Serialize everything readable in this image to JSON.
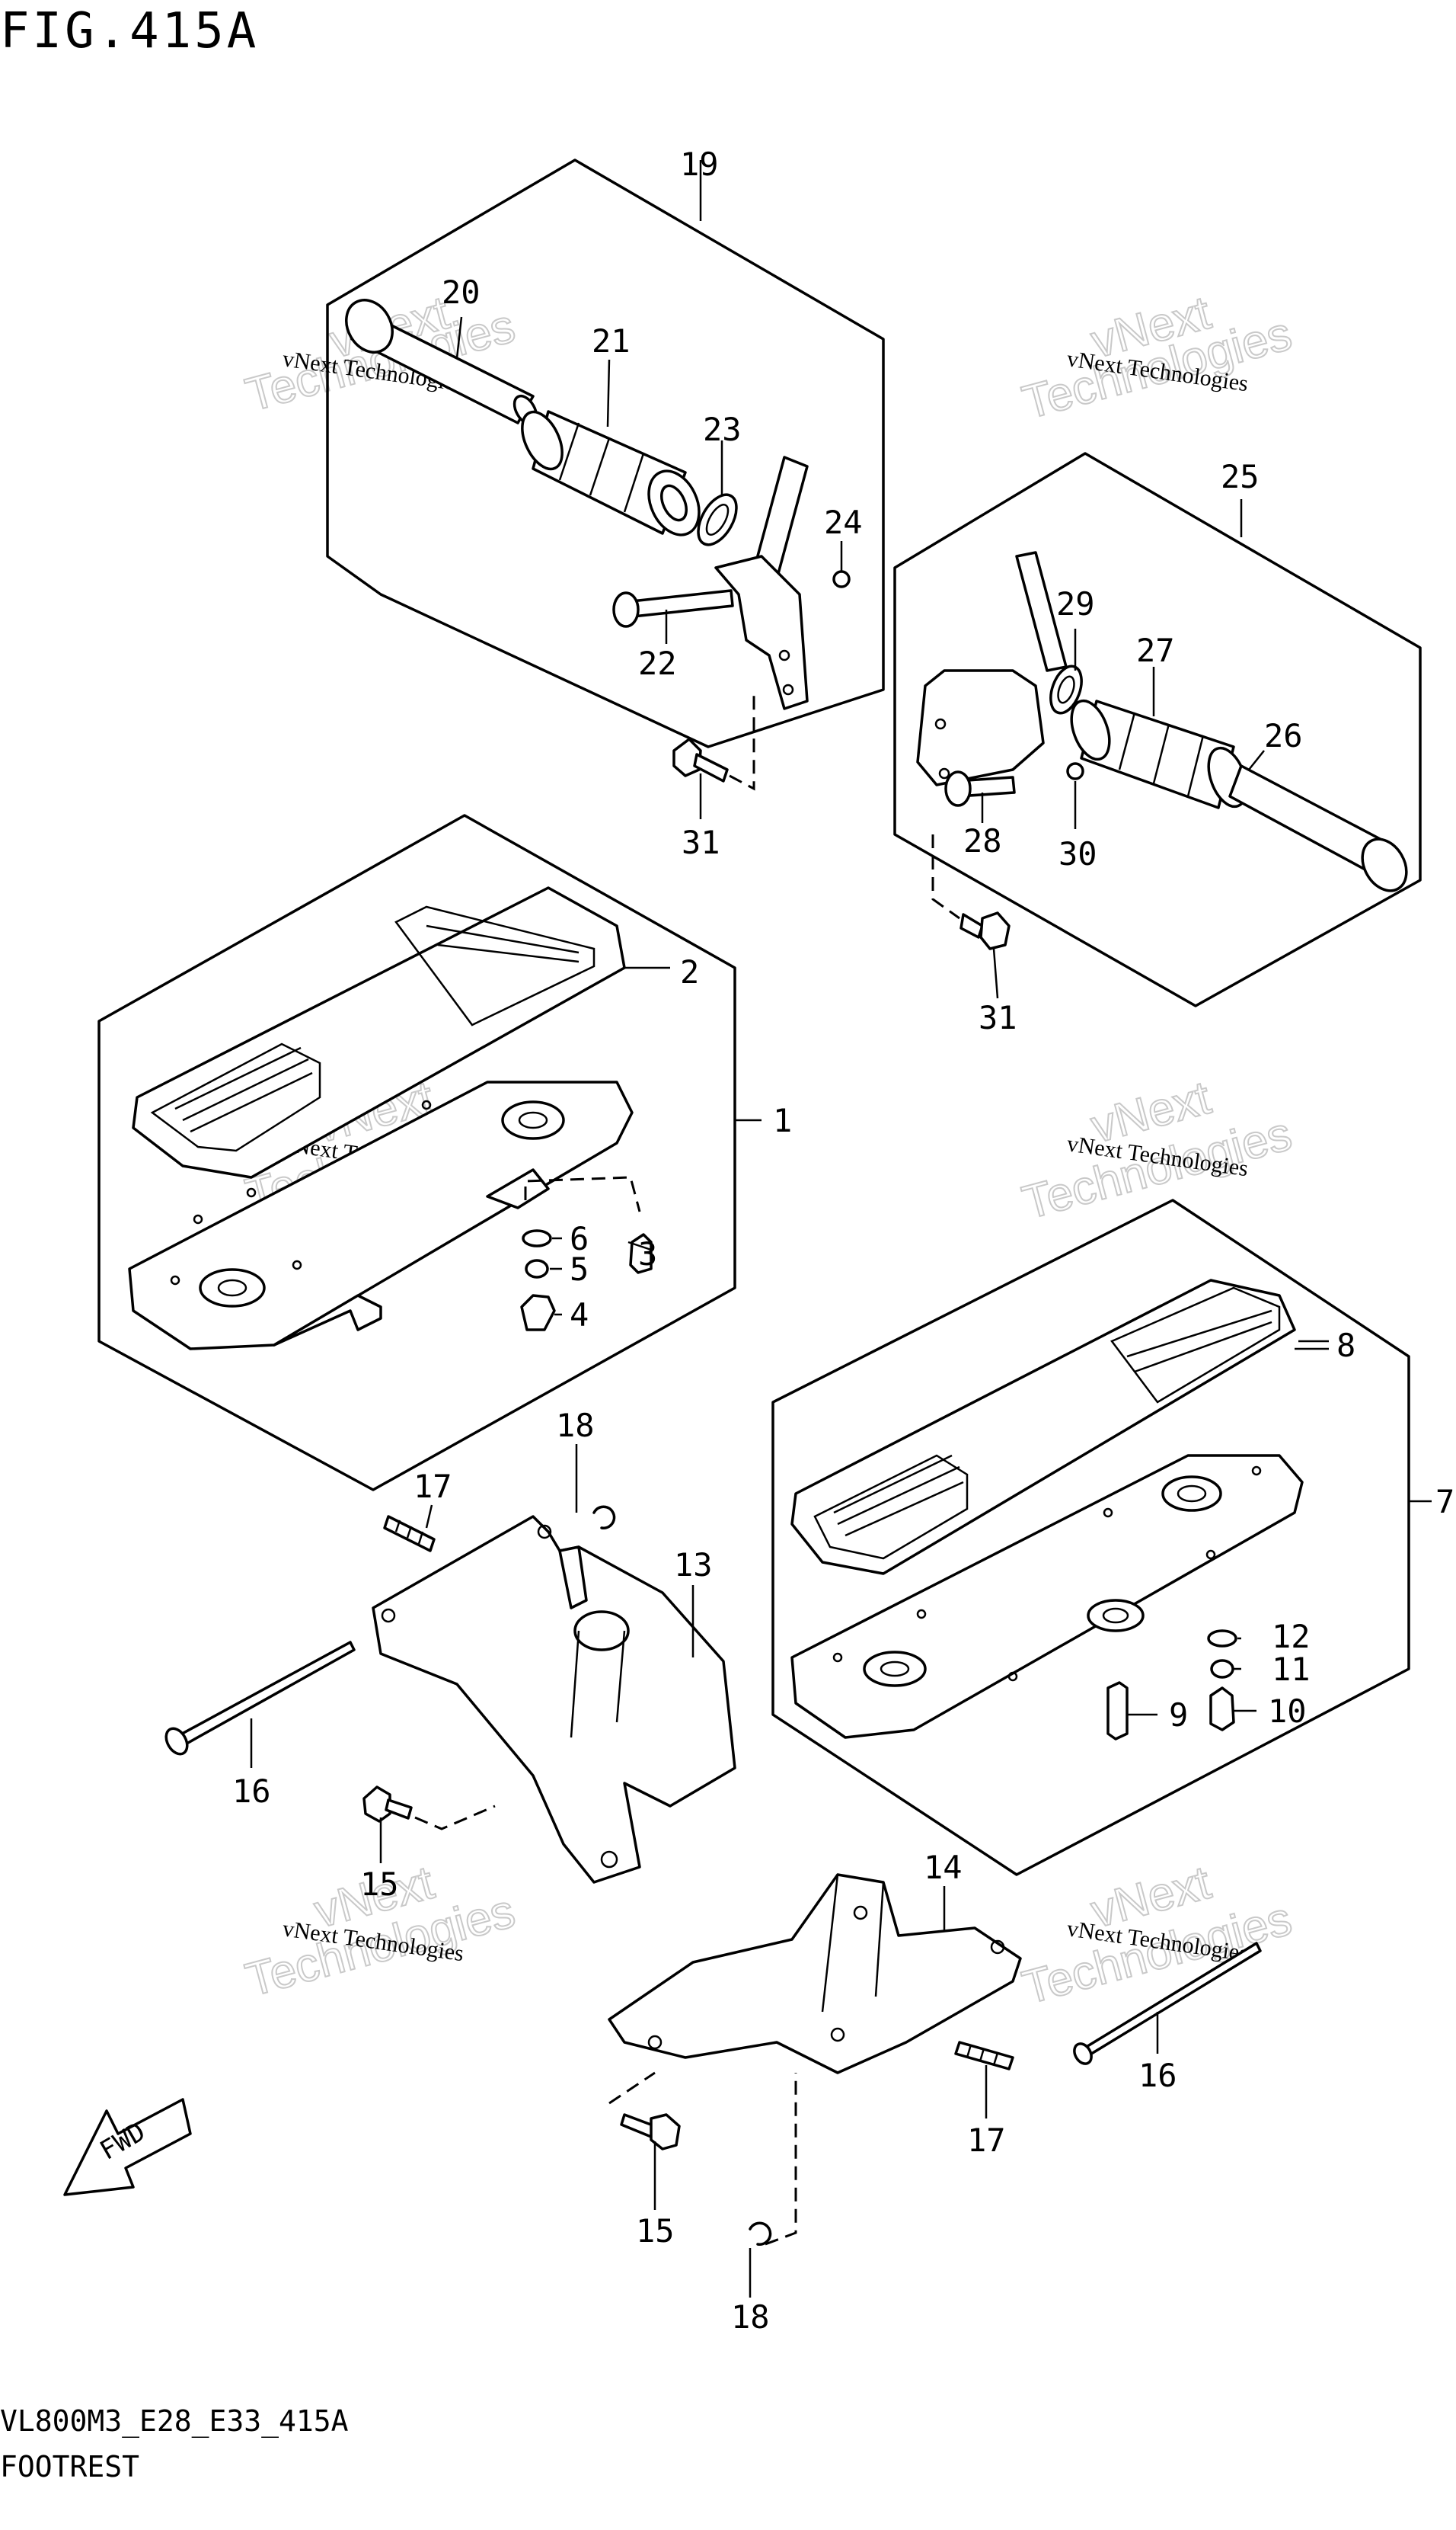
{
  "figure": {
    "title": "FIG.415A",
    "model_code": "VL800M3_E28_E33_415A",
    "caption": "FOOTREST"
  },
  "watermark": {
    "line1": "vNext Technologies",
    "line2": "Technologies",
    "line3": "vNext"
  },
  "fwd_label": "FWD",
  "callouts": {
    "c1": "1",
    "c2": "2",
    "c3": "3",
    "c4": "4",
    "c5": "5",
    "c6": "6",
    "c7": "7",
    "c8": "8",
    "c9": "9",
    "c10": "10",
    "c11": "11",
    "c12": "12",
    "c13": "13",
    "c14": "14",
    "c15a": "15",
    "c15b": "15",
    "c16a": "16",
    "c16b": "16",
    "c17a": "17",
    "c17b": "17",
    "c18a": "18",
    "c18b": "18",
    "c19": "19",
    "c20": "20",
    "c21": "21",
    "c22": "22",
    "c23": "23",
    "c24": "24",
    "c25": "25",
    "c26": "26",
    "c27": "27",
    "c28": "28",
    "c29": "29",
    "c30": "30",
    "c31a": "31",
    "c31b": "31"
  }
}
